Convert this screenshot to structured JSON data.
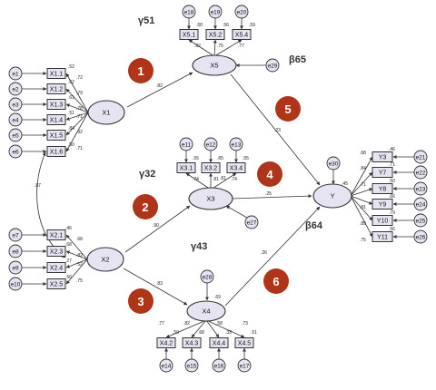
{
  "latents": {
    "x1": "X1",
    "x2": "X2",
    "x3": "X3",
    "x4": "X4",
    "x5": "X5",
    "y": "Y"
  },
  "indicators": {
    "x1": [
      "X1.1",
      "X1.2",
      "X1.3",
      "X1.4",
      "X1.5",
      "X1.6"
    ],
    "x2": [
      "X2.1",
      "X2.3",
      "X2.4",
      "X2.5"
    ],
    "x3": [
      "X3.1",
      "X3.2",
      "X3.4"
    ],
    "x4": [
      "X4.2",
      "X4.3",
      "X4.4",
      "X4.5"
    ],
    "x5": [
      "X5.1",
      "X5.2",
      "X5.4"
    ],
    "y": [
      "Y3",
      "Y7",
      "Y8",
      "Y9",
      "Y10",
      "Y11"
    ]
  },
  "errors": {
    "x1": [
      "e1",
      "e2",
      "e3",
      "e4",
      "e5",
      "e6"
    ],
    "x2": [
      "e7",
      "e8",
      "e9",
      "e10"
    ],
    "x3": [
      "e11",
      "e12",
      "e13"
    ],
    "x4": [
      "e14",
      "e15",
      "e16",
      "e17"
    ],
    "x5": [
      "e18",
      "e19",
      "e20"
    ],
    "y": [
      "e21",
      "e22",
      "e23",
      "e24",
      "e25",
      "e26"
    ],
    "d3": "e27",
    "d4": "e28",
    "d5": "e29",
    "dy": "e30"
  },
  "weights": {
    "x1_load": [
      ".72",
      ".79",
      ".78",
      ".71",
      ".92",
      ".71"
    ],
    "x1_r2": [
      ".52",
      ".62",
      ".61",
      ".51",
      ".84",
      ".50"
    ],
    "x2_load": [
      ".68",
      ".82",
      ".52",
      ".75"
    ],
    "x2_r2": [
      ".46",
      ".68",
      ".27",
      ".56"
    ],
    "x3_load": [
      ".74",
      ".81",
      ".74"
    ],
    "x3_r2": [
      ".55",
      ".65",
      ".55"
    ],
    "x4_load": [
      ".77",
      ".82",
      ".58",
      ".73"
    ],
    "x4_r2": [
      ".59",
      ".68",
      ".33",
      ".51"
    ],
    "x5_load": [
      ".82",
      ".75",
      ".77"
    ],
    "x5_r2": [
      ".68",
      ".56",
      ".59"
    ],
    "y_load": [
      ".68",
      ".84",
      ".71",
      ".81",
      ".89",
      ".75"
    ],
    "y_r2": [
      ".46",
      ".71",
      ".50",
      ".66",
      ".79",
      ".56"
    ],
    "r2_x3": ".81",
    "r2_x4": ".69",
    "r2_y": ".45",
    "p_x1_x5": ".82",
    "p_x2_x3": ".90",
    "p_x2_x4": ".83",
    "p_x5_y": ".23",
    "p_x3_y": ".25",
    "p_x4_y": ".26",
    "cov_x1_x2": ".87"
  },
  "path_labels": {
    "g51": "γ51",
    "b65": "β65",
    "g32": "γ32",
    "b64": "β64",
    "g43": "γ43"
  },
  "badges": [
    "1",
    "2",
    "3",
    "4",
    "5",
    "6"
  ],
  "colors": {
    "node_fill": "#e6e4f3",
    "badge": "#b03418"
  }
}
